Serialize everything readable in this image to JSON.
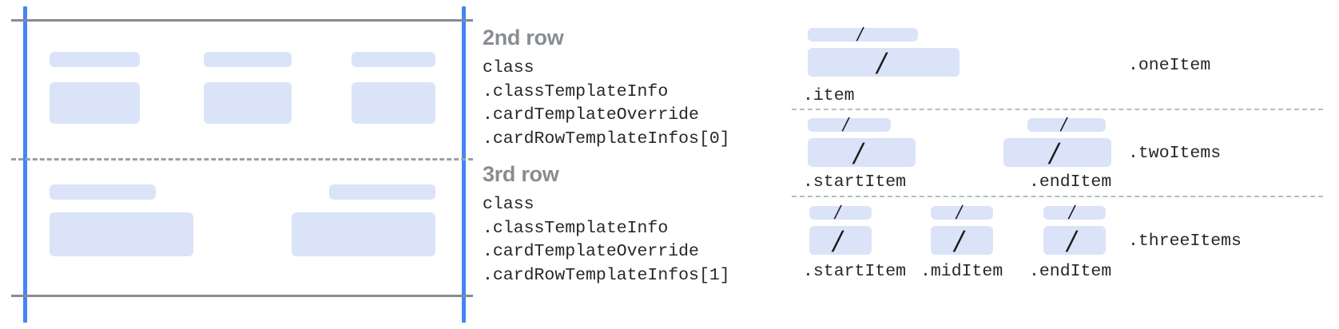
{
  "colors": {
    "placeholder": "#dbe3f8",
    "bounds_line": "#878c91",
    "edge_marker": "#4285f4",
    "divider": "#9aa0a6",
    "heading_text": "#888d92",
    "code_text": "#24282c",
    "slash_glyph": "#1a1a1a"
  },
  "annotations": [
    {
      "title": "2nd row",
      "code": "class\n.classTemplateInfo\n.cardTemplateOverride\n.cardRowTemplateInfos[0]"
    },
    {
      "title": "3rd row",
      "code": "class\n.classTemplateInfo\n.cardTemplateOverride\n.cardRowTemplateInfos[1]"
    }
  ],
  "item_variants": [
    {
      "name": ".oneItem",
      "slots": [
        ".item"
      ]
    },
    {
      "name": ".twoItems",
      "slots": [
        ".startItem",
        ".endItem"
      ]
    },
    {
      "name": ".threeItems",
      "slots": [
        ".startItem",
        ".midItem",
        ".endItem"
      ]
    }
  ],
  "glyphs": {
    "slash": "/"
  },
  "left_preview": {
    "row2_columns": 3,
    "row3_columns": 2
  }
}
